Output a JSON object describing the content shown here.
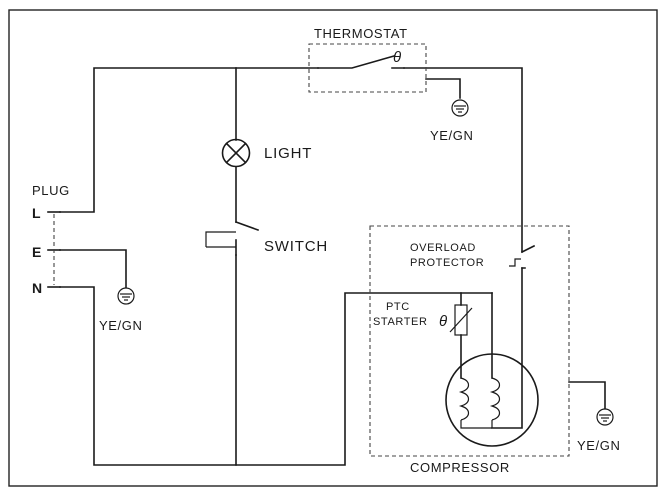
{
  "labels": {
    "thermostat": "THERMOSTAT",
    "theta_thermostat": "θ",
    "ground_thermostat": "YE/GN",
    "light": "LIGHT",
    "switch": "SWITCH",
    "plug": "PLUG",
    "terminal_l": "L",
    "terminal_e": "E",
    "terminal_n": "N",
    "ground_plug": "YE/GN",
    "overload_line1": "OVERLOAD",
    "overload_line2": "PROTECTOR",
    "ptc_line1": "PTC",
    "ptc_line2": "STARTER",
    "theta_ptc": "θ",
    "compressor": "COMPRESSOR",
    "ground_compressor": "YE/GN"
  },
  "icons": {
    "ground": "ground-symbol-icon",
    "lamp": "lamp-icon",
    "motor": "motor-windings-icon"
  }
}
